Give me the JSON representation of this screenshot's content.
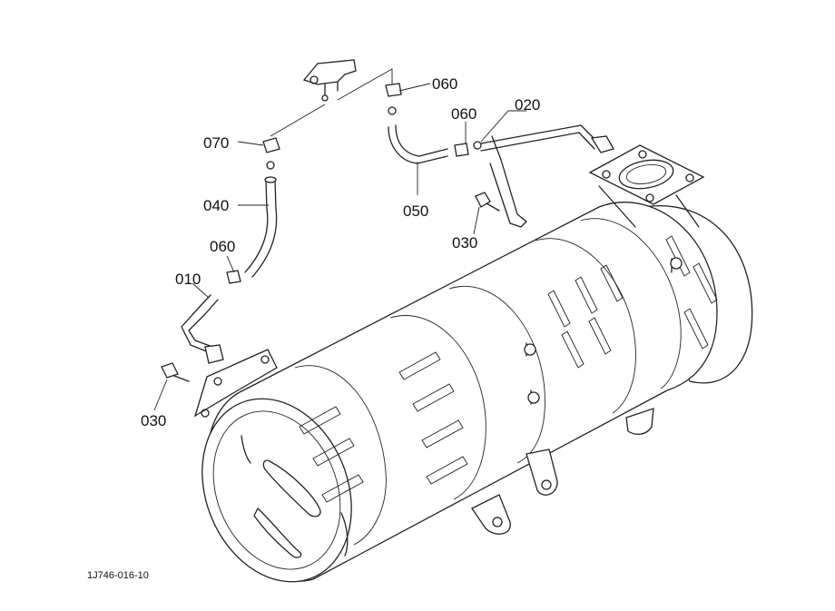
{
  "parts": [
    {
      "id": "p010",
      "label": "010"
    },
    {
      "id": "p020",
      "label": "020"
    },
    {
      "id": "p030a",
      "label": "030"
    },
    {
      "id": "p030b",
      "label": "030"
    },
    {
      "id": "p040",
      "label": "040"
    },
    {
      "id": "p050",
      "label": "050"
    },
    {
      "id": "p060a",
      "label": "060"
    },
    {
      "id": "p060b",
      "label": "060"
    },
    {
      "id": "p060c",
      "label": "060"
    },
    {
      "id": "p070",
      "label": "070"
    }
  ],
  "drawing_code": "1J746-016-10"
}
